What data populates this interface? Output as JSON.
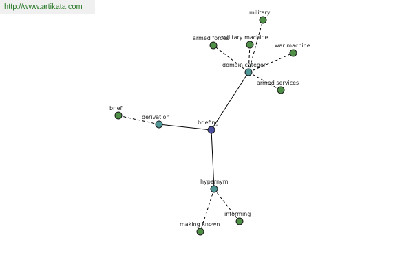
{
  "banner": {
    "url": "http://www.artikata.com"
  },
  "colors": {
    "root_node": "#4a4fa0",
    "relation_node": "#4f9595",
    "word_node": "#4f8f48",
    "edge": "#000000"
  },
  "graph": {
    "root": "briefing",
    "relations": [
      {
        "id": "domain-category",
        "label": "domain categor",
        "words": [
          "military",
          "military machine",
          "armed forces",
          "war machine",
          "armed services"
        ]
      },
      {
        "id": "derivation",
        "label": "derivation",
        "words": [
          "brief"
        ]
      },
      {
        "id": "hypernym",
        "label": "hypernym",
        "words": [
          "making known",
          "informing"
        ]
      }
    ]
  }
}
